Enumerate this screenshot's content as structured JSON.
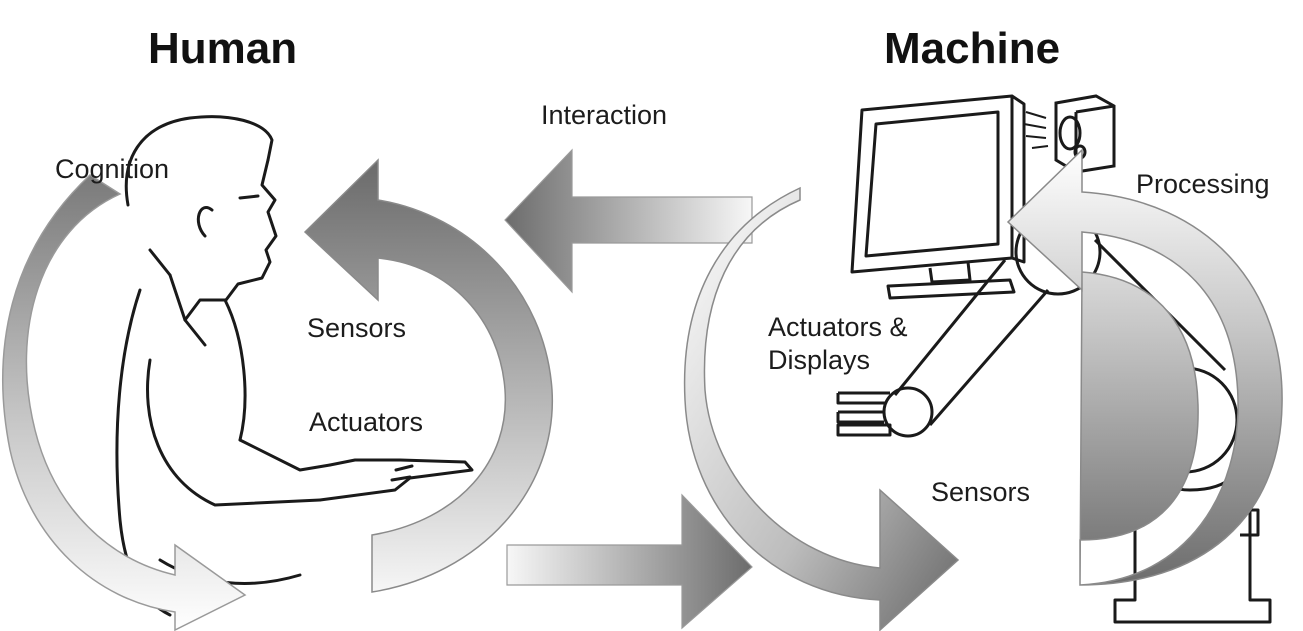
{
  "labels": {
    "human": "Human",
    "machine": "Machine",
    "interaction": "Interaction",
    "cognition": "Cognition",
    "human_sensors": "Sensors",
    "human_actuators": "Actuators",
    "processing": "Processing",
    "actuators_displays_line1": "Actuators &",
    "actuators_displays_line2": "Displays",
    "machine_sensors": "Sensors"
  },
  "colors": {
    "arrow_dark": "#6f6f6f",
    "arrow_light": "#f4f4f4",
    "line": "#1a1a1a",
    "background": "#ffffff"
  }
}
